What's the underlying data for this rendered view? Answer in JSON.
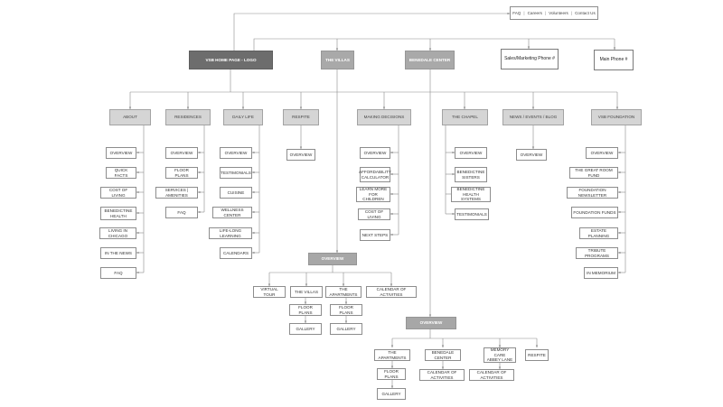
{
  "utility_nav": {
    "faq": "FAQ",
    "careers": "Careers",
    "volunteers": "Volunteers",
    "contact": "Contact Us",
    "separator": "|"
  },
  "top_level": {
    "home": "VSB HOME PAGE - LOGO",
    "villas": "THE VILLAS",
    "benedale": "BENEDALE CENTER",
    "sales_phone": "Sales/Marketing Phone #",
    "main_phone": "Main Phone #"
  },
  "sections": {
    "about": {
      "title": "ABOUT",
      "items": [
        "OVERVIEW",
        "QUICK FACTS",
        "COST OF LIVING",
        "BENEDICTINE\nHEALTH",
        "LIVING IN CHICAGO",
        "IN THE NEWS",
        "FAQ"
      ]
    },
    "residences": {
      "title": "RESIDENCES",
      "items": [
        "OVERVIEW",
        "FLOOR PLANS",
        "SERVICES | AMENITIES",
        "FAQ"
      ]
    },
    "daily_life": {
      "title": "DAILY LIFE",
      "items": [
        "OVERVIEW",
        "TESTIMONIALS",
        "CUISINE",
        "WELLNESS CENTER",
        "LIFE-LONG LEARNING",
        "CALENDARS"
      ]
    },
    "respite": {
      "title": "RESPITE",
      "items": [
        "OVERVIEW"
      ]
    },
    "making_decisions": {
      "title": "MAKING DECISIONS",
      "items": [
        "OVERVIEW",
        "AFFORDABILITY\nCALCULATOR",
        "LEARN MORE\nFOR CHILDREN",
        "COST OF LIVING",
        "NEXT STEPS"
      ]
    },
    "chapel": {
      "title": "THE CHAPEL",
      "items": [
        "OVERVIEW",
        "BENEDICTINE\nSISTERS",
        "BENEDICTINE\nHEALTH SYSTEMS",
        "TESTIMONIALS"
      ]
    },
    "news": {
      "title": "NEWS / EVENTS / BLOG",
      "items": [
        "OVERVIEW"
      ]
    },
    "foundation": {
      "title": "VSB FOUNDATION",
      "items": [
        "OVERVIEW",
        "THE GREAT ROOM FUND",
        "FOUNDATION NEWSLETTER",
        "FOUNDATION FUNDS",
        "ESTATE PLANNING",
        "TRIBUTE PROGRAMS",
        "IN MEMORIUM"
      ]
    }
  },
  "villas_tree": {
    "overview": "OVERVIEW",
    "children": {
      "tour": "VIRTUAL TOUR",
      "villas": "THE VILLAS",
      "apartments": "THE APARTMENTS",
      "calendar": "CALENDAR OF ACTIVITIES"
    },
    "villas_sub": [
      "FLOOR PLANS",
      "GALLERY"
    ],
    "apartments_sub": [
      "FLOOR PLANS",
      "GALLERY"
    ]
  },
  "benedale_tree": {
    "overview": "OVERVIEW",
    "children": {
      "apartments": "THE APARTMENTS",
      "benedale": "BENEDALE CENTER",
      "memory": "MEMORY CARE\nABBEY LANE",
      "respite": "RESPITE"
    },
    "apartments_sub": [
      "FLOOR PLANS",
      "GALLERY"
    ],
    "benedale_sub": [
      "CALENDAR OF ACTIVITIES"
    ],
    "memory_sub": [
      "CALENDAR OF ACTIVITIES"
    ]
  }
}
